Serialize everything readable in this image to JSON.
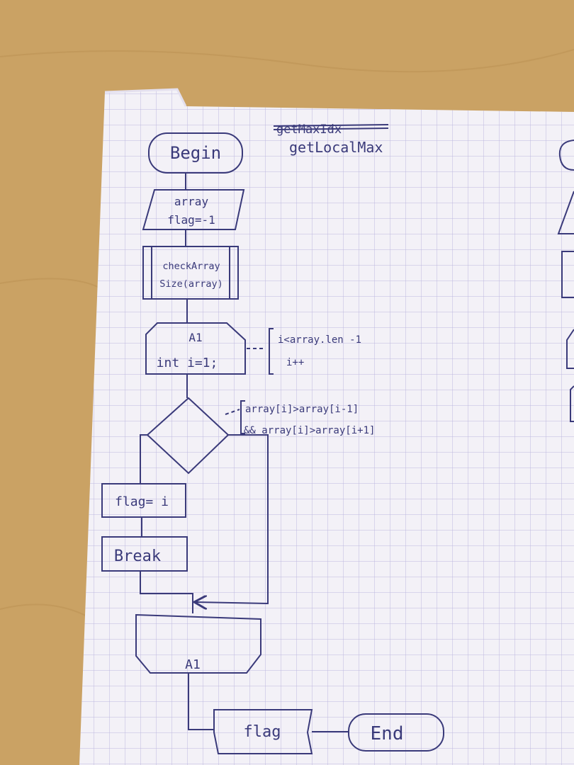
{
  "title": {
    "struck": "getMaxIdx",
    "current": "getLocalMax"
  },
  "nodes": {
    "begin": "Begin",
    "input_line1": "array",
    "input_line2": "flag=-1",
    "subroutine_line1": "checkArray",
    "subroutine_line2": "Size(array)",
    "loop_start_label": "A1",
    "loop_start_init": "int i=1;",
    "loop_cond_line1": "i<array.len -1",
    "loop_cond_line2": "i++",
    "decision_line1": "array[i]>array[i-1]",
    "decision_line2": "&& array[i]>array[i+1]",
    "assign": "flag= i",
    "break": "Break",
    "loop_end_label": "A1",
    "output": "flag",
    "end": "End"
  },
  "colors": {
    "ink": "#3a3a7a",
    "paper": "#f3f1f7",
    "grid": "#b7b0dc",
    "table": "#caa264"
  }
}
